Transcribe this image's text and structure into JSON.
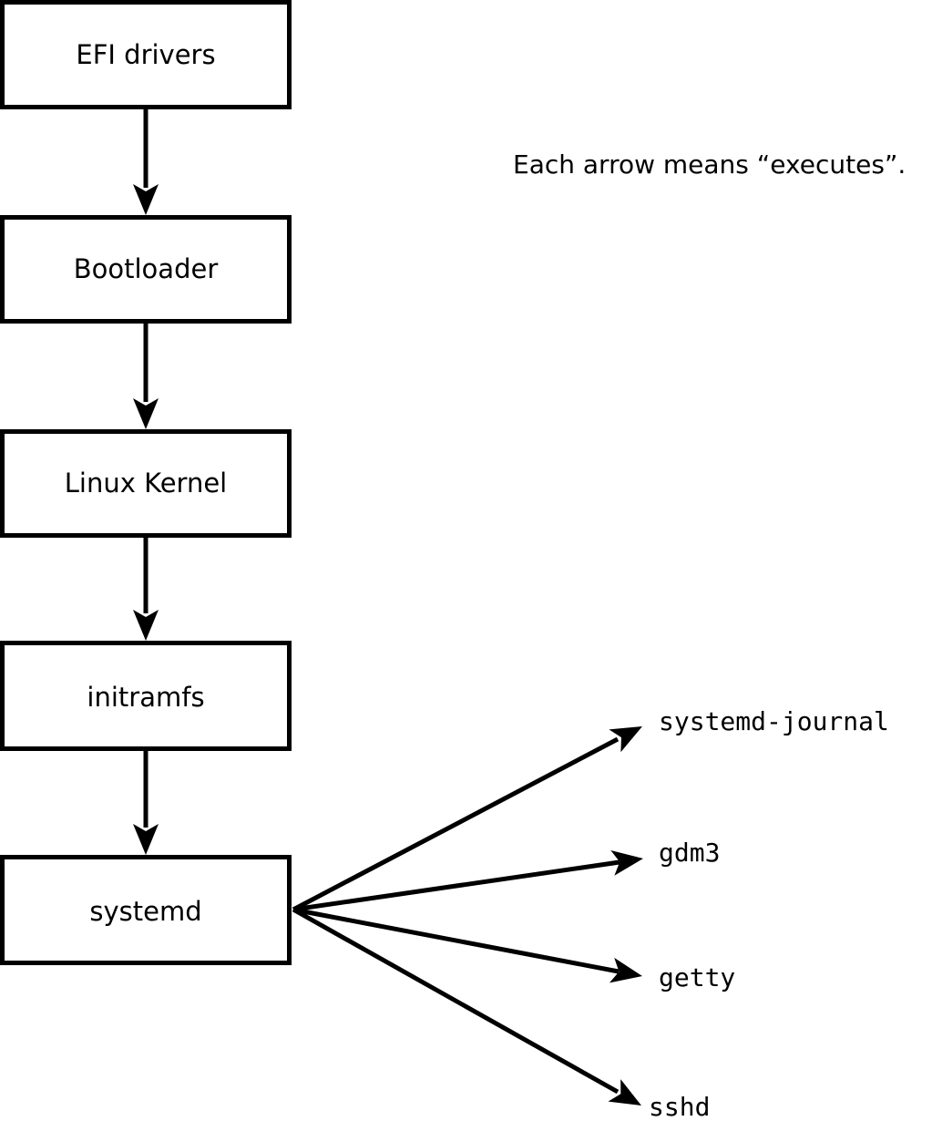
{
  "diagram": {
    "title_caption": "Each arrow means “executes”.",
    "background_color": "#ffffff",
    "stroke_color": "#000000",
    "boot_chain": [
      {
        "id": "efi-drivers",
        "label": "EFI drivers"
      },
      {
        "id": "bootloader",
        "label": "Bootloader"
      },
      {
        "id": "linux-kernel",
        "label": "Linux Kernel"
      },
      {
        "id": "initramfs",
        "label": "initramfs"
      },
      {
        "id": "systemd",
        "label": "systemd"
      }
    ],
    "systemd_children": [
      {
        "id": "systemd-journal",
        "label": "systemd-journal"
      },
      {
        "id": "gdm3",
        "label": "gdm3"
      },
      {
        "id": "getty",
        "label": "getty"
      },
      {
        "id": "sshd",
        "label": "sshd"
      }
    ],
    "edge_semantics": "executes"
  }
}
